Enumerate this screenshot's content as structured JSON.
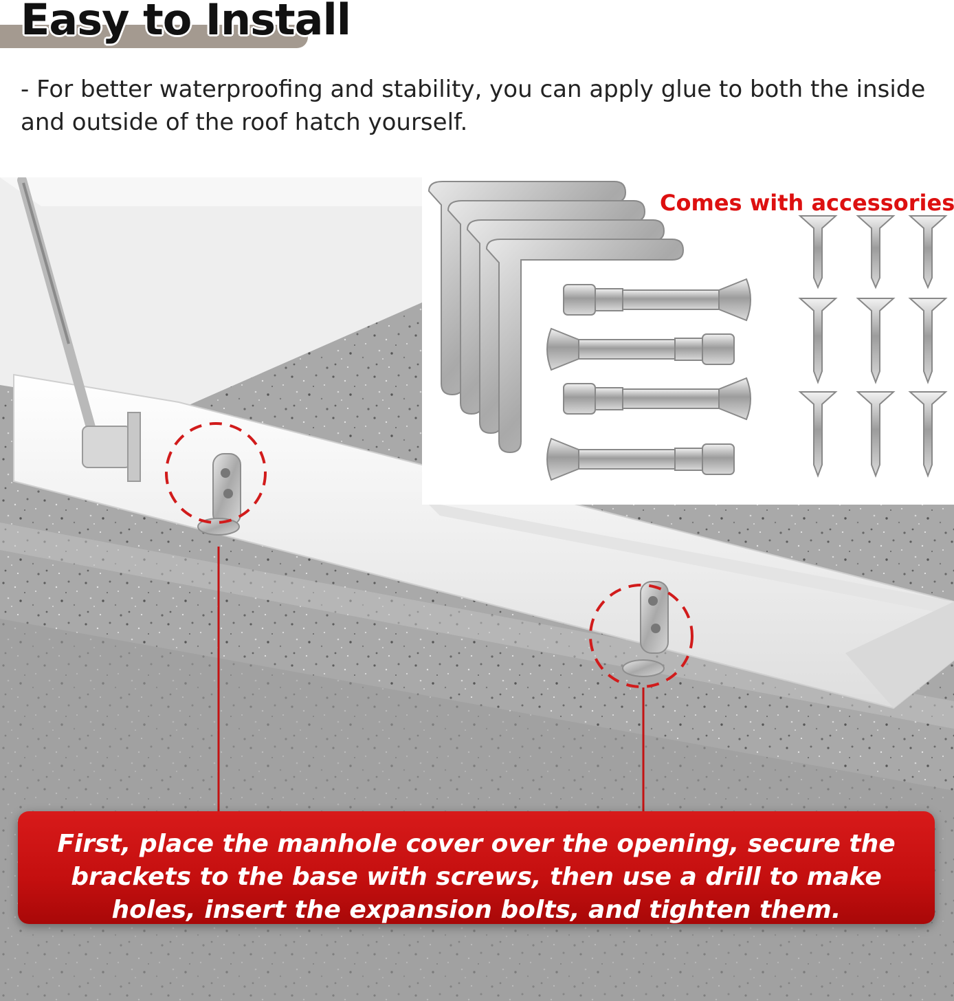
{
  "header": {
    "title": "Easy to Install",
    "intro": "- For better waterproofing and stability, you can apply glue to both the inside and outside of the roof hatch yourself."
  },
  "accessories": {
    "label": "Comes with accessories",
    "brackets_count": 4,
    "expansion_bolts_count": 4,
    "screws_count": 9
  },
  "instruction": {
    "text": "First, place the manhole cover over the opening, secure the brackets to the base with screws, then use a drill to make holes, insert the expansion bolts, and tighten them."
  },
  "colors": {
    "accent_red": "#cc1414",
    "header_bar": "#a49a90",
    "concrete": "#a6a6a6",
    "frame": "#f2f2f2"
  }
}
